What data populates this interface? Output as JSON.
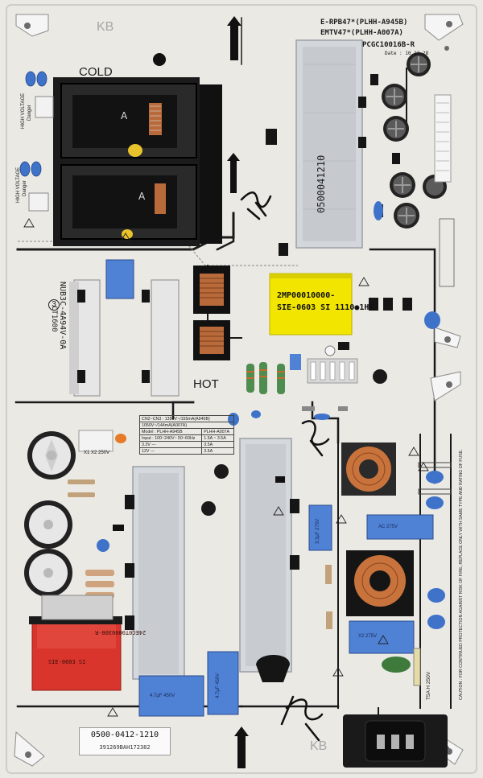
{
  "board": {
    "model_lines": [
      "E-RPB47*(PLHH-A945B)",
      "EMTV47*(PLHH-A007A)"
    ],
    "pcb_code": "PCGC10016B-R",
    "date": "Date : 10.12.28",
    "heatsink_id": "0500041210",
    "cold_label": "COLD",
    "hot_label": "HOT",
    "hv_label_1": "HIGH VOLTAGE",
    "hv_label_2": "Danger",
    "hv_label_3": "HIGH VOLTAGE",
    "hv_label_4": "Danger",
    "vertical_code": "NUB3C-4A94V-0A",
    "vertical_code_2": "CT1600",
    "circle_number": "3",
    "kb_label": "KB",
    "transformer_text_1": "2MP00010000-",
    "transformer_text_2": "SIE-0603 SI 1110●1H1",
    "red_transformer_text_1": "24EC0T0000300-R",
    "red_transformer_text_2": "SIE-0603 SI",
    "sticker_line_1": "0500-0412-1210",
    "sticker_line_2": "391269BAH172382",
    "fuse_label": "T5A H 250V",
    "caution_text": "CAUTION : FOR CONTINUED PROTECTION AGAINST RISK OF FIRE, REPLACE ONLY WITH SAME TYPE AND RATING OF FUSE.",
    "cap_label_1": "AC 275V",
    "cap_label_2": "X2 275V",
    "cap_text_small": "3.3µF 275V",
    "filter_cap_label_1": "4.7µF 450V",
    "filter_cap_label_2": "4.7µF 450V",
    "ac_label": "AC",
    "x250_label": "X1 X2 250V",
    "spec_table": {
      "rows": [
        [
          "CN2~CN3 : 1350V~/155mA(A945B)"
        ],
        [
          "1050V~/144mA(A007A)"
        ],
        [
          "Model : PLHH-A945B",
          "PLHH-A007A"
        ],
        [
          "Input : 100~240V~ 50~60Hz",
          "1.5A ~ 3.5A"
        ],
        [
          "3.3V ---",
          "3.5A"
        ],
        [
          "12V ---",
          "3.5A"
        ]
      ]
    }
  },
  "colors": {
    "pcb": "#ebe9e4",
    "trace": "#1a1a1a",
    "heatsink": "#d3d6da",
    "yellow_transformer": "#f2e600",
    "blue_cap": "#4a7fd4",
    "red_transformer": "#d9352c"
  }
}
